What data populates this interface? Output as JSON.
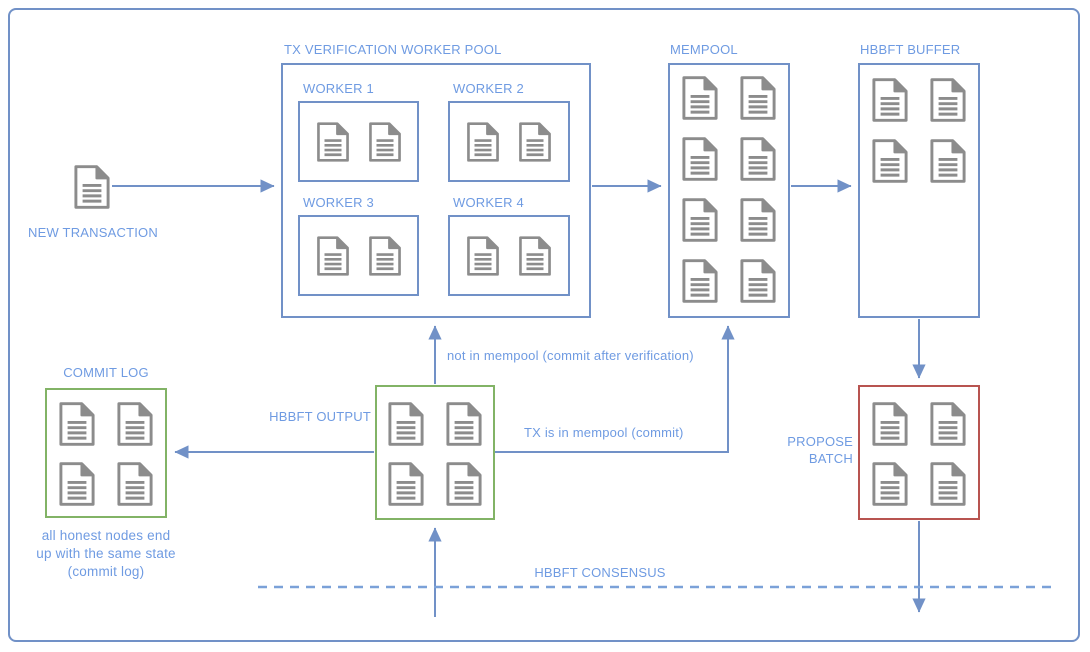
{
  "colors": {
    "blue_line": "#7191c7",
    "blue_dash": "#7ba1d8",
    "blue_text": "#6f9be2",
    "green": "#82b366",
    "red": "#b85450",
    "doc_gray": "#8c8c8c"
  },
  "diagram": {
    "new_transaction": {
      "label": "NEW TRANSACTION",
      "doc_count": 1
    },
    "worker_pool": {
      "title": "TX VERIFICATION WORKER POOL",
      "workers": [
        {
          "label": "WORKER 1",
          "doc_count": 2
        },
        {
          "label": "WORKER 2",
          "doc_count": 2
        },
        {
          "label": "WORKER 3",
          "doc_count": 2
        },
        {
          "label": "WORKER 4",
          "doc_count": 2
        }
      ]
    },
    "mempool": {
      "title": "MEMPOOL",
      "doc_count": 8
    },
    "hbbft_buffer": {
      "title": "HBBFT BUFFER",
      "doc_count": 4
    },
    "propose_batch": {
      "label_lines": [
        "PROPOSE",
        "BATCH"
      ],
      "doc_count": 4
    },
    "hbbft_output": {
      "label": "HBBFT OUTPUT",
      "doc_count": 4
    },
    "commit_log": {
      "title": "COMMIT LOG",
      "doc_count": 4,
      "caption_lines": [
        "all honest nodes end",
        "up with the same state",
        "(commit log)"
      ]
    },
    "edge_labels": {
      "not_in_mempool": "not in mempool (commit after verification)",
      "tx_in_mempool": "TX is in mempool (commit)",
      "consensus": "HBBFT CONSENSUS"
    }
  }
}
